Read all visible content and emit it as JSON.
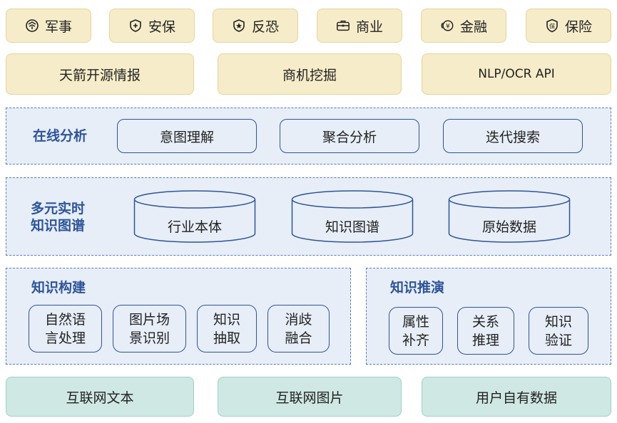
{
  "top_tags": [
    {
      "label": "军事",
      "icon": "military-badge-icon"
    },
    {
      "label": "安保",
      "icon": "shield-plus-icon"
    },
    {
      "label": "反恐",
      "icon": "star-shield-icon"
    },
    {
      "label": "商业",
      "icon": "briefcase-icon"
    },
    {
      "label": "金融",
      "icon": "yen-coin-icon"
    },
    {
      "label": "保险",
      "icon": "insurance-shield-icon"
    }
  ],
  "applications": [
    "天箭开源情报",
    "商机挖掘",
    "NLP/OCR API"
  ],
  "online_analysis": {
    "title": "在线分析",
    "items": [
      "意图理解",
      "聚合分析",
      "迭代搜索"
    ]
  },
  "knowledge_graph": {
    "title_line1": "多元实时",
    "title_line2": "知识图谱",
    "stores": [
      "行业本体",
      "知识图谱",
      "原始数据"
    ]
  },
  "knowledge_construction": {
    "title": "知识构建",
    "items": [
      {
        "line1": "自然语",
        "line2": "言处理"
      },
      {
        "line1": "图片场",
        "line2": "景识别"
      },
      {
        "line1": "知识",
        "line2": "抽取"
      },
      {
        "line1": "消歧",
        "line2": "融合"
      }
    ]
  },
  "knowledge_inference": {
    "title": "知识推演",
    "items": [
      {
        "line1": "属性",
        "line2": "补齐"
      },
      {
        "line1": "关系",
        "line2": "推理"
      },
      {
        "line1": "知识",
        "line2": "验证"
      }
    ]
  },
  "data_sources": [
    "互联网文本",
    "互联网图片",
    "用户自有数据"
  ],
  "colors": {
    "tag_fill": "#f7ecc9",
    "panel_fill": "#e7eef8",
    "accent_blue": "#2f5597",
    "source_fill": "#cfe8e4"
  }
}
